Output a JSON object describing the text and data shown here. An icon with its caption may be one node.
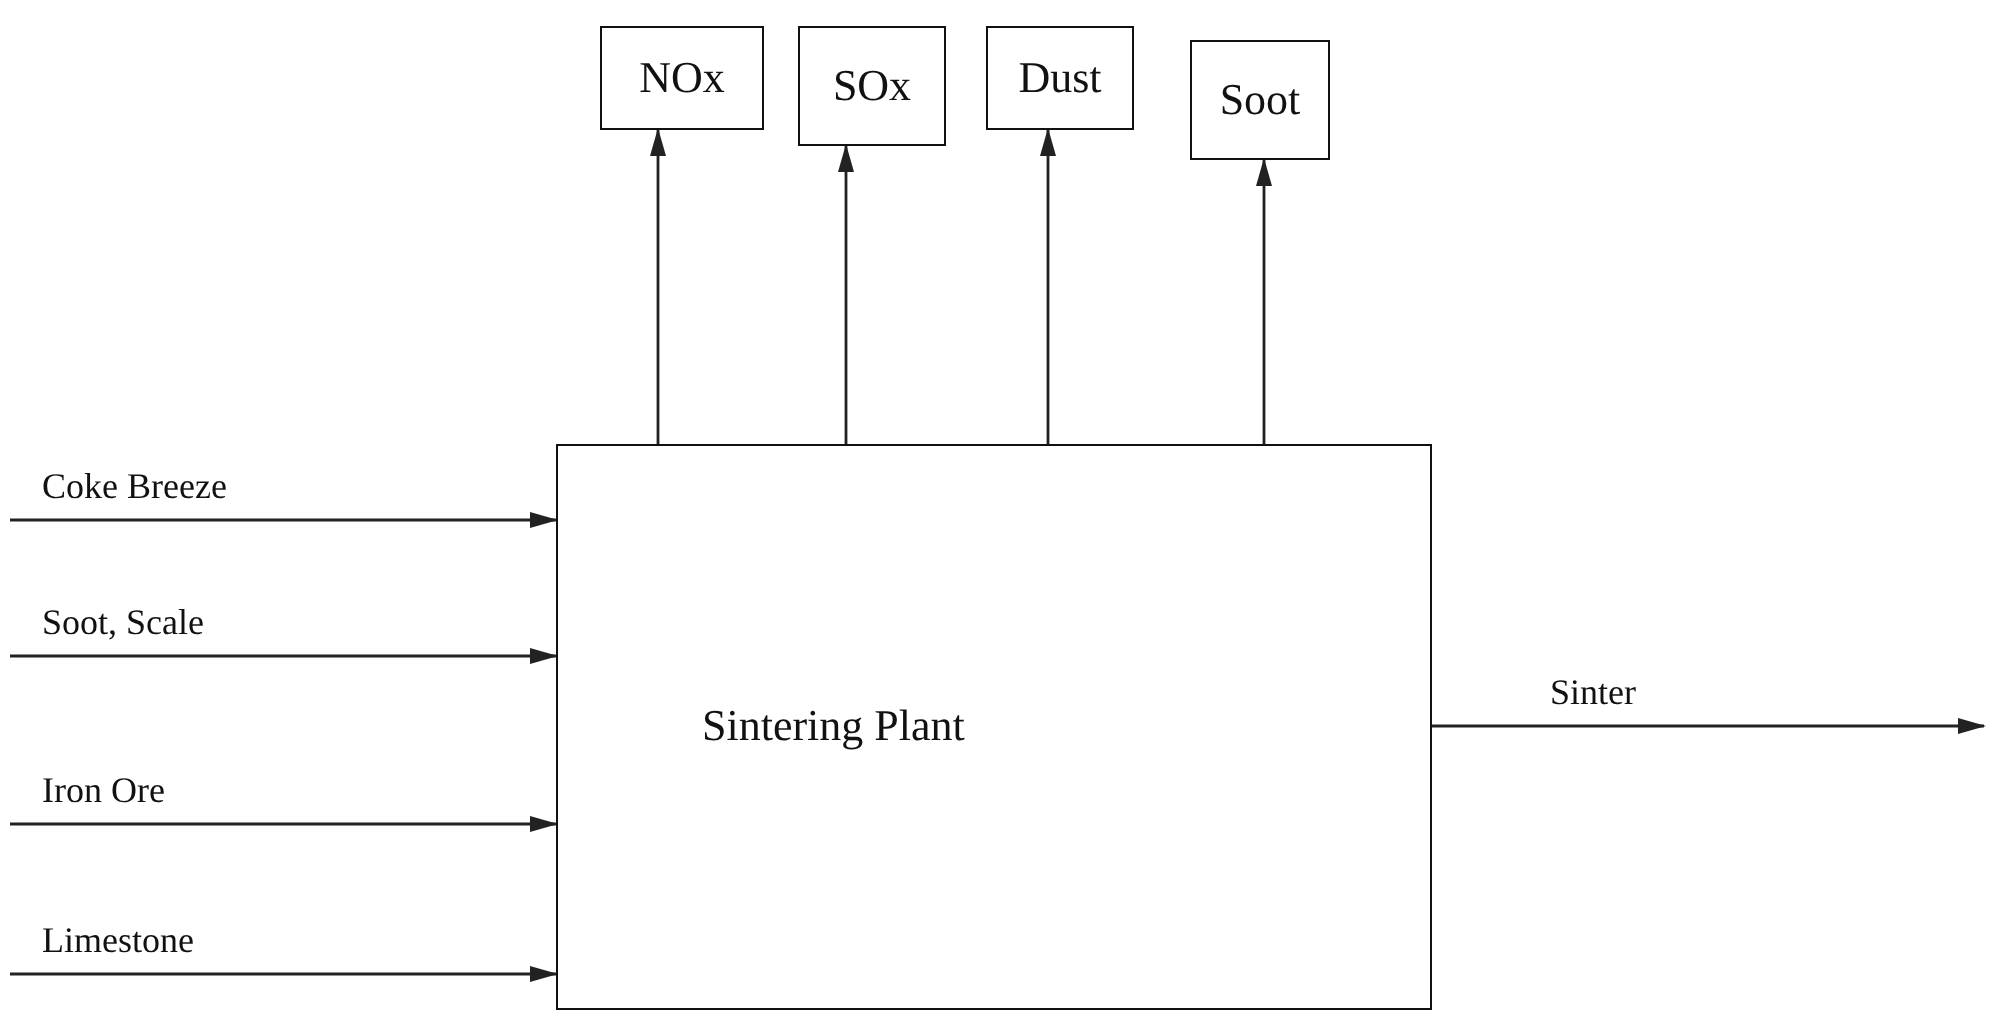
{
  "diagram": {
    "nodes": [
      {
        "text": [
          "NOx"
        ]
      },
      {
        "text": [
          "SOx"
        ]
      },
      {
        "text": [
          "Dust"
        ]
      },
      {
        "text": [
          "Soot"
        ]
      },
      {
        "text": [
          "Sintering Plant"
        ]
      }
    ],
    "edges": [
      {
        "from": 4,
        "to": 0,
        "arrow": "to"
      },
      {
        "from": 4,
        "to": 1,
        "arrow": "to"
      },
      {
        "from": 4,
        "to": 2,
        "arrow": "to"
      },
      {
        "from": 4,
        "to": 3,
        "arrow": "to"
      },
      {
        "from": null,
        "to": 4,
        "arrow": "to",
        "label": "Coke Breeze"
      },
      {
        "from": null,
        "to": 4,
        "arrow": "to",
        "label": "Soot, Scale"
      },
      {
        "from": null,
        "to": 4,
        "arrow": "to",
        "label": "Iron Ore"
      },
      {
        "from": null,
        "to": 4,
        "arrow": "to",
        "label": "Limestone"
      },
      {
        "from": 4,
        "to": null,
        "arrow": "to",
        "label": "Sinter"
      }
    ]
  }
}
